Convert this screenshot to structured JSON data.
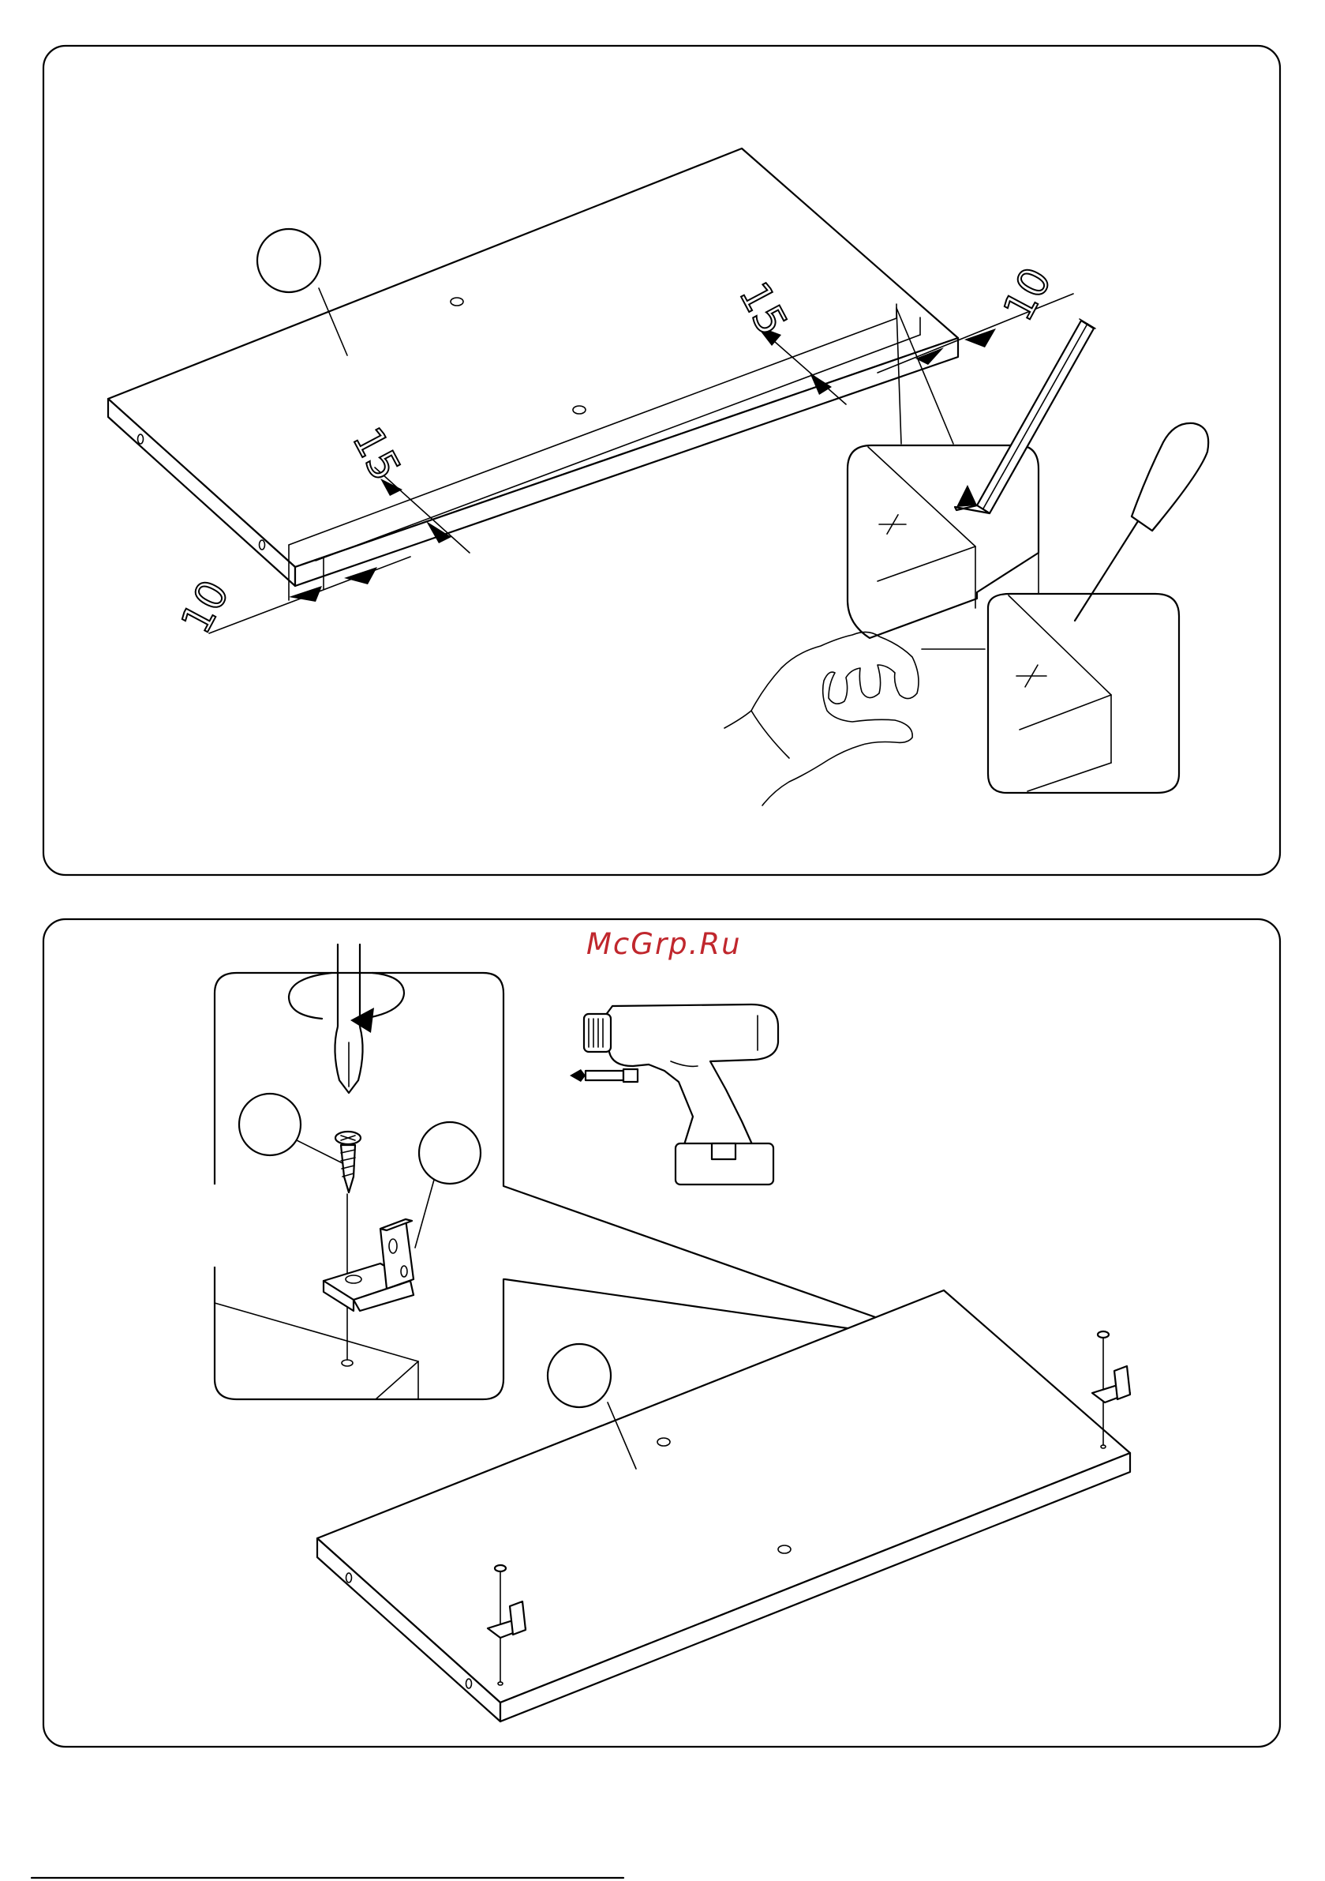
{
  "watermark": "McGrp.Ru",
  "panel1": {
    "dimensions": {
      "left_edge": "10",
      "left_inset": "15",
      "right_inset": "15",
      "right_edge": "10"
    }
  },
  "panel2": {}
}
